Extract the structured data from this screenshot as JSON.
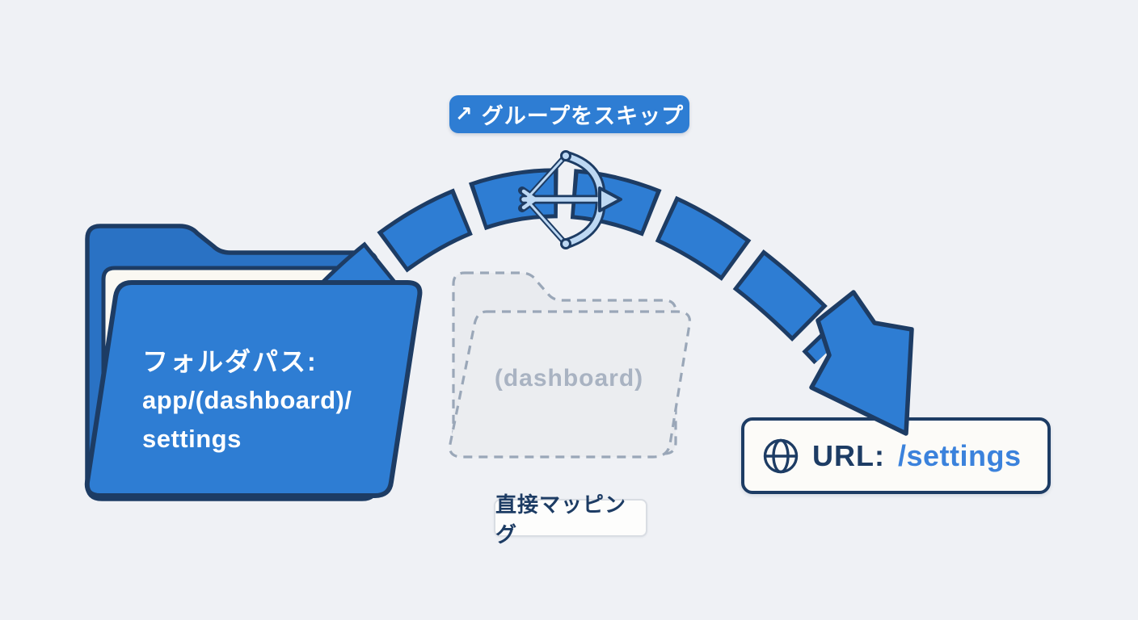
{
  "colors": {
    "background": "#eff1f5",
    "primary-blue": "#2e7dd3",
    "folder-back-blue": "#2a72c4",
    "dark-navy": "#1d3c64",
    "light-blue": "#bdd8f3",
    "paper-white": "#faf8f2",
    "muted-gray-fill": "#e9ebef",
    "muted-gray-border": "#9aa7b8",
    "muted-gray-text": "#a9b3c2",
    "box-white": "#fcfbf8",
    "url-path-blue": "#3b82dc"
  },
  "skip_badge": {
    "icon": "↗",
    "label": "グループをスキップ"
  },
  "source_folder": {
    "title": "フォルダパス:",
    "path_line1": "app/(dashboard)/",
    "path_line2": "settings"
  },
  "group_folder": {
    "label": "(dashboard)"
  },
  "mapping_label": {
    "text": "直接マッピング"
  },
  "url_box": {
    "prefix": "URL:",
    "path": "/settings"
  }
}
